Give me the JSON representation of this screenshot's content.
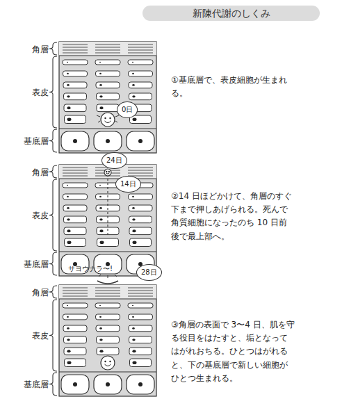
{
  "diagram": {
    "title": "新陳代謝のしくみ",
    "nodes": [
      {
        "text": [
          "0日"
        ]
      },
      {
        "text": [
          "24日"
        ]
      },
      {
        "text": [
          "14日"
        ]
      },
      {
        "text": [
          "28日"
        ]
      }
    ],
    "labels": [
      "角層",
      "表皮",
      "基底層",
      "①基底層で、表皮細胞が生まれる。",
      "角層",
      "表皮",
      "基底層",
      "②14 日ほどかけて、角層のすぐ下まで押しあげられる。死んで角質細胞になったのち 10 日前後で最上部へ。",
      "サヨウナラ〜!",
      "角層",
      "表皮",
      "基底層",
      "③角層の表面で 3〜4 日、肌を守る役目をはたすと、垢となってはがれおちる。ひとつはがれると、下の基底層で新しい細胞がひとつ生まれる。"
    ]
  }
}
